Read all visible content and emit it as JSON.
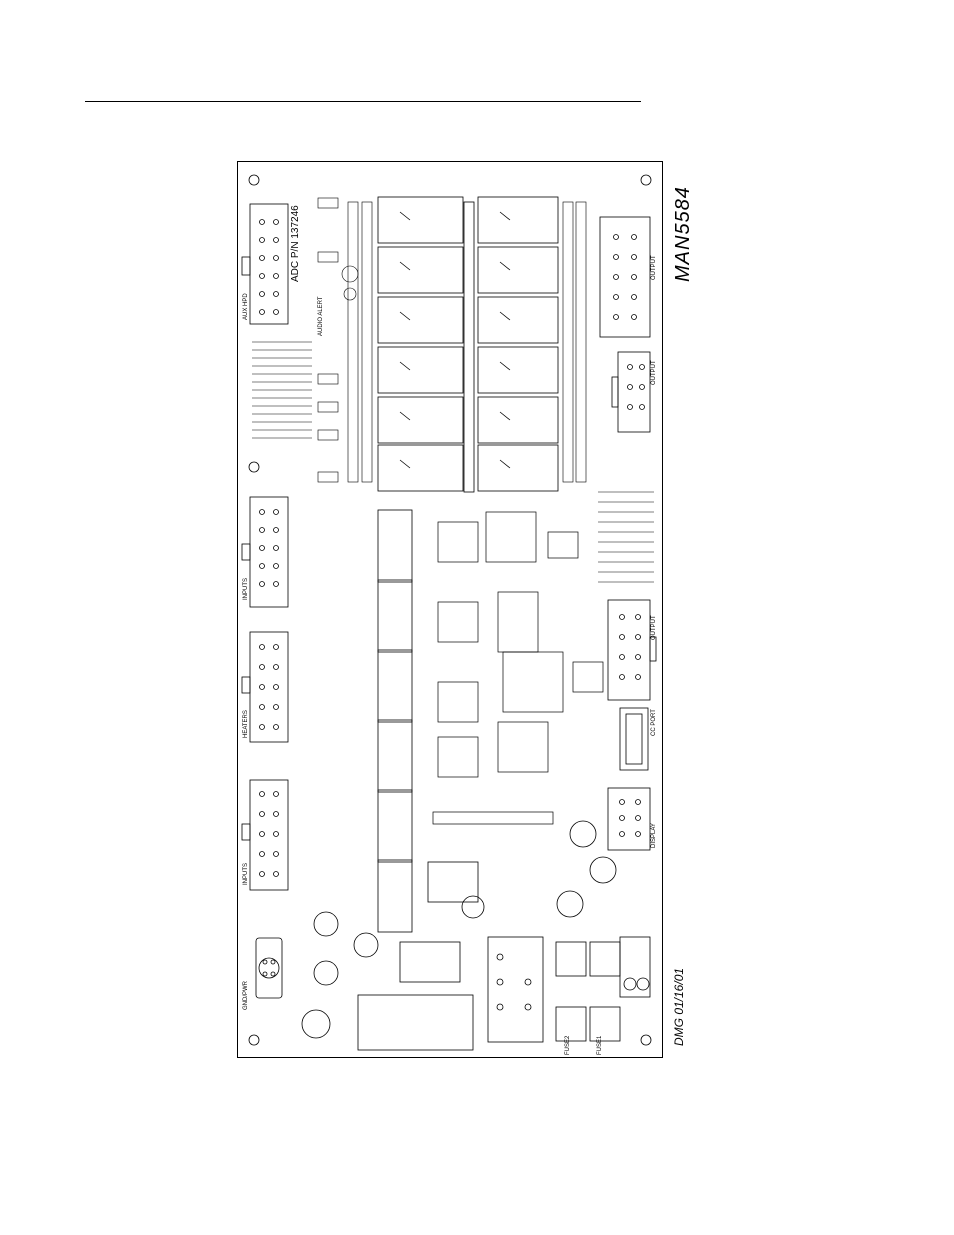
{
  "document": {
    "document_id": "MAN5584",
    "date_stamp": "DMG 01/16/01",
    "part_number": "ADC P/N 137246"
  },
  "connectors": {
    "aux_hpd": "AUX HPD",
    "inputs_a": "INPUTS",
    "inputs_b": "INPUTS",
    "heaters": "HEATERS",
    "gnd_pwr": "GND/PWR",
    "output_top": "OUTPUT",
    "output_mid": "OUTPUT",
    "output_low": "OUTPUT",
    "display": "DISPLAY",
    "ccport": "CC PORT",
    "fuse1": "FUSE1",
    "fuse2": "FUSE2",
    "audio_alert": "AUDIO ALERT"
  },
  "colors": {
    "ink": "#000000",
    "paper": "#ffffff"
  }
}
